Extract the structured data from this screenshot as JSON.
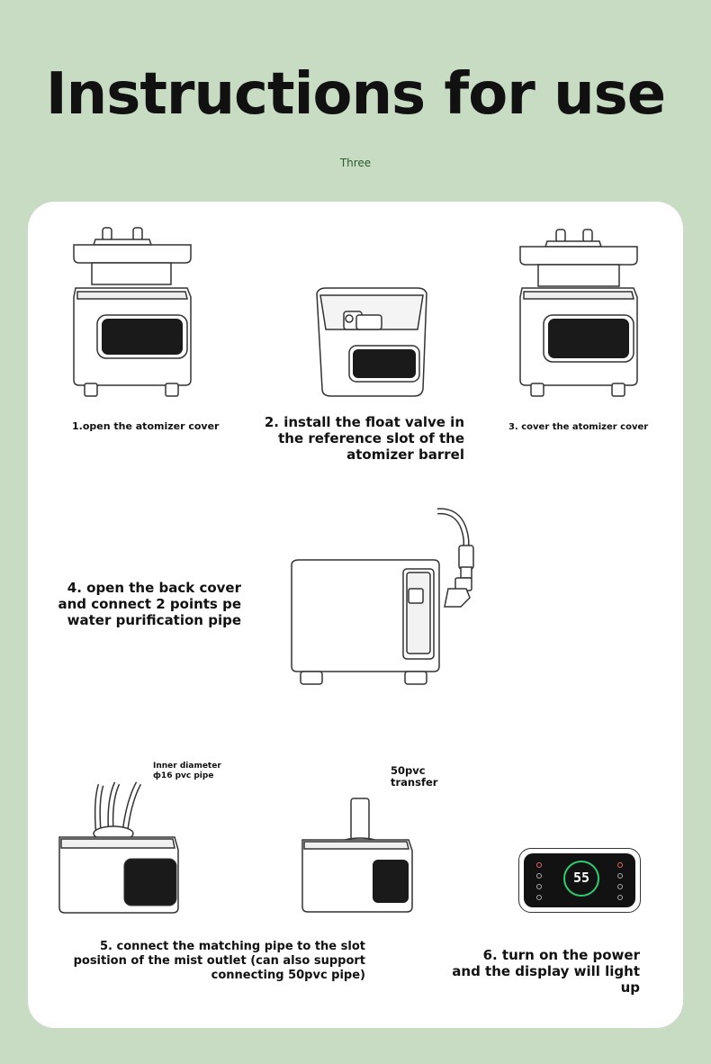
{
  "title": "Instructions for use",
  "subtitle": "Three",
  "steps": [
    {
      "label": "1.open the atomizer cover"
    },
    {
      "label": "2. install the float valve in the reference slot of the atomizer barrel"
    },
    {
      "label": "3. cover the atomizer cover"
    },
    {
      "label": "4. open the back cover and connect 2 points pe water purification pipe"
    },
    {
      "label": "5. connect the matching pipe to the slot position of the mist outlet (can also support connecting 50pvc pipe)"
    },
    {
      "label": "6. turn on the power and the display will light up"
    }
  ],
  "callouts": {
    "inner_diameter": "Inner diameter ф16 pvc pipe",
    "transfer": "50pvc transfer"
  },
  "display_readout": "55",
  "colors": {
    "background": "#c8dcc4",
    "card": "#ffffff",
    "subtitle": "#2e5a2e",
    "display_ring": "#2ecc71"
  }
}
